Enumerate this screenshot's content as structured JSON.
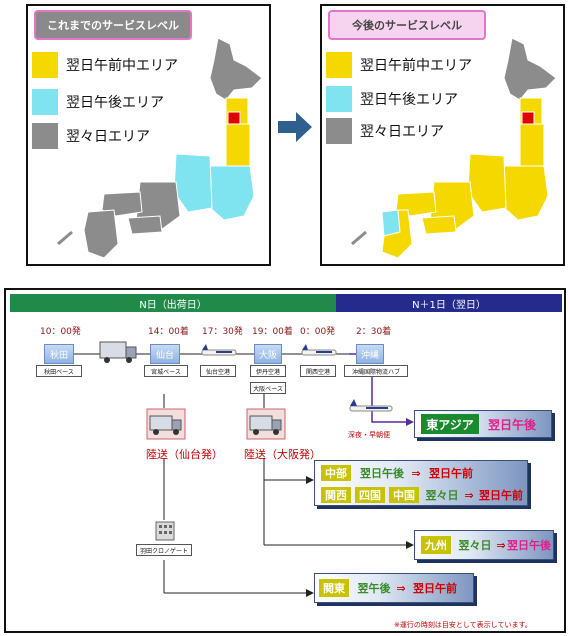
{
  "before_panel": {
    "title": "これまでのサービスレベル",
    "legend": [
      {
        "label": "翌日午前中エリア",
        "color": "#f5d800"
      },
      {
        "label": "翌日午後エリア",
        "color": "#7fe3f0"
      },
      {
        "label": "翌々日エリア",
        "color": "#8c8c8c"
      }
    ]
  },
  "after_panel": {
    "title": "今後のサービスレベル",
    "legend": [
      {
        "label": "翌日午前中エリア",
        "color": "#f5d800"
      },
      {
        "label": "翌日午後エリア",
        "color": "#7fe3f0"
      },
      {
        "label": "翌々日エリア",
        "color": "#8c8c8c"
      }
    ]
  },
  "timeline": {
    "day1": "N日（出荷日）",
    "day2": "N＋1日（翌日）",
    "day1_color": "#218a4a",
    "day2_color": "#242b8c"
  },
  "times": [
    "10：00発",
    "14：00着",
    "17：30発",
    "19：00着",
    "0：00発",
    "2：30着"
  ],
  "nodes": {
    "akita": {
      "name": "秋田",
      "caption": "秋田ベース"
    },
    "sendai": {
      "name": "仙台",
      "caption": "宮城ベース"
    },
    "sendai_airport": {
      "caption": "仙台空港"
    },
    "osaka": {
      "name": "大阪",
      "caption": "伊丹空港",
      "caption2": "大阪ベース"
    },
    "osaka_airport": {
      "caption": "関西空港"
    },
    "okinawa": {
      "name": "沖縄",
      "caption": "沖縄国際物流ハブ"
    },
    "haneda": {
      "caption": "羽田クロノゲート"
    }
  },
  "land_labels": {
    "sendai": "陸送（仙台発）",
    "osaka": "陸送（大阪発）"
  },
  "night_label": "深夜・早朝便",
  "results": {
    "east_asia": {
      "region": "東アジア",
      "level": "翌日午後"
    },
    "chubu": {
      "region": "中部",
      "before": "翌日午後",
      "arrow": "⇒",
      "after": "翌日午前"
    },
    "kansai": {
      "regions": [
        "関西",
        "四国",
        "中国"
      ],
      "before": "翌々日",
      "arrow": "⇒",
      "after": "翌日午前"
    },
    "kyushu": {
      "region": "九州",
      "before": "翌々日",
      "arrow": "⇒",
      "after": "翌日午後"
    },
    "kanto": {
      "region": "関東",
      "before": "翌午後",
      "arrow": "⇒",
      "after": "翌日午前"
    }
  },
  "footnote": "※運行の時刻は目安として表示しています。"
}
